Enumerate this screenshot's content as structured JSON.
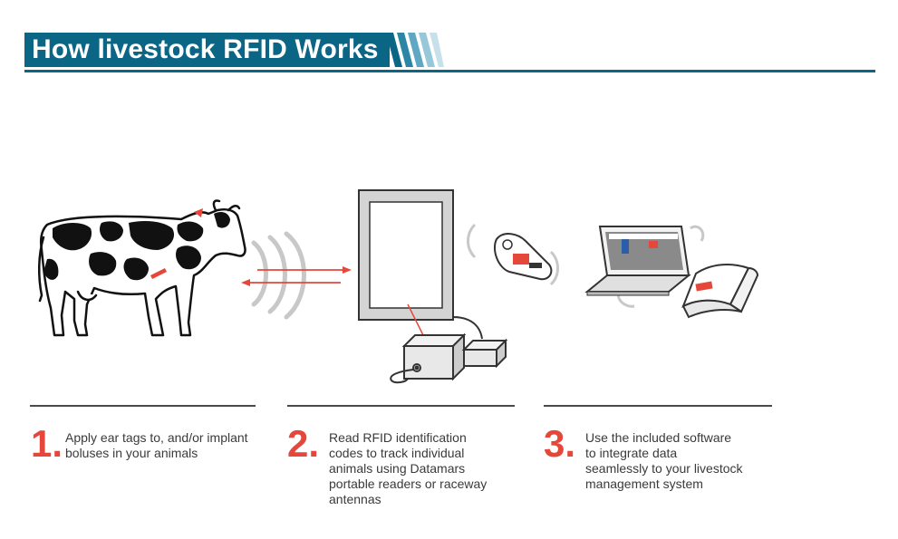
{
  "header": {
    "title": "How livestock RFID Works"
  },
  "colors": {
    "brand": "#0b6585",
    "accent": "#e5473b",
    "text": "#3a3a3a"
  },
  "steps": [
    {
      "number": "1.",
      "text": "Apply ear tags to, and/or implant\nboluses in your animals"
    },
    {
      "number": "2.",
      "text": "Read RFID identification\ncodes to track individual\nanimals using Datamars\nportable readers or raceway\nantennas"
    },
    {
      "number": "3.",
      "text": "Use the included software\nto integrate data\nseamlessly to your livestock\nmanagement system"
    }
  ]
}
